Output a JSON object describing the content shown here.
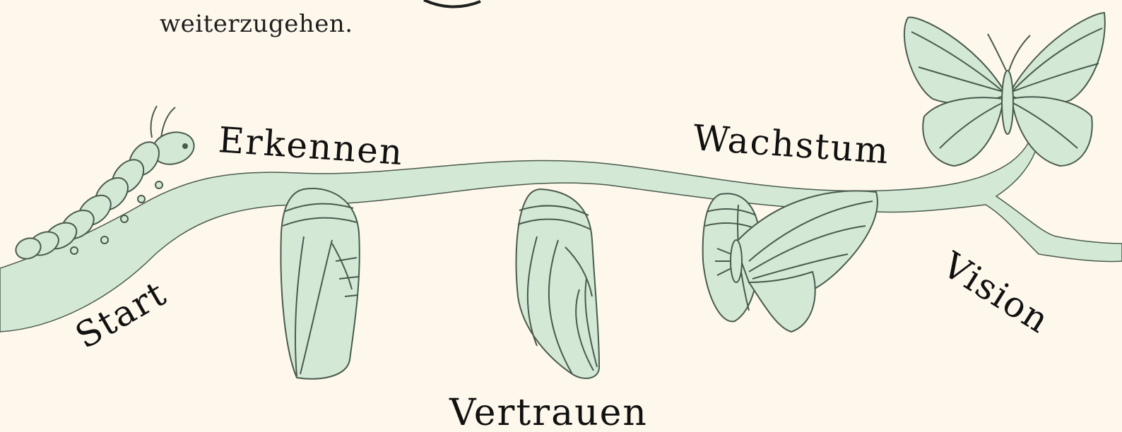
{
  "intro_text": "weiterzugehen.",
  "stages": {
    "start": "Start",
    "erkennen": "Erkennen",
    "vertrauen": "Vertrauen",
    "wachstum": "Wachstum",
    "vision": "Vision"
  },
  "colors": {
    "background": "#fef8ec",
    "fill": "#d3e9d6",
    "outline": "#4a5a4d",
    "text": "#111111"
  },
  "icons": [
    "caterpillar-icon",
    "chrysalis-icon",
    "chrysalis-icon",
    "emerging-butterfly-icon",
    "butterfly-icon"
  ]
}
